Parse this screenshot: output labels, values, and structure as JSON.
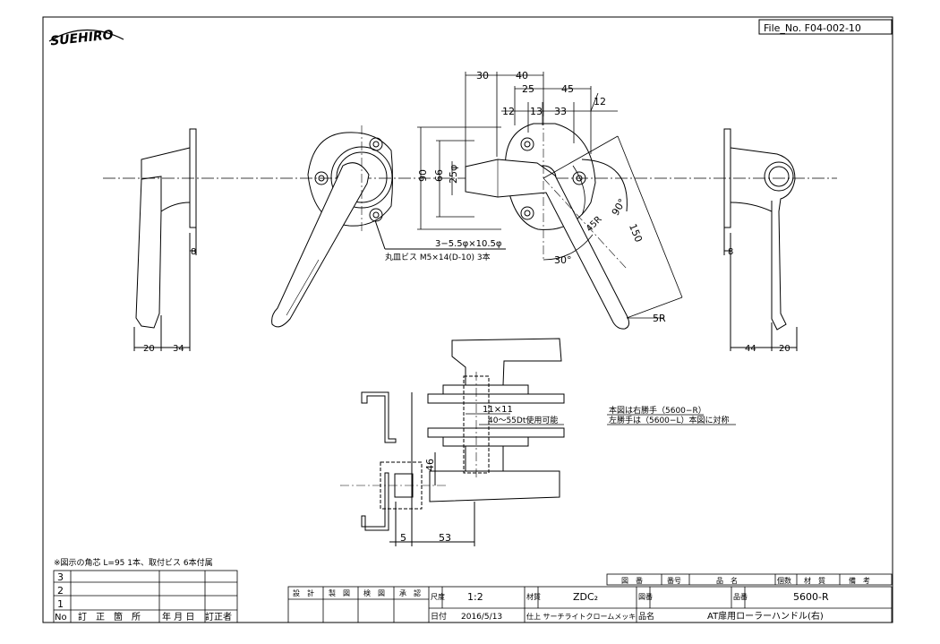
{
  "logo": "SUEHIRO",
  "file_no": "File_No.  F04-002-10",
  "dims": {
    "top_30": "30",
    "top_40": "40",
    "top_25": "25",
    "top_45": "45",
    "top_12a": "12",
    "top_13": "13",
    "top_33": "33",
    "top_12b": "12",
    "v_90": "90",
    "v_66": "66",
    "v_25phi": "25φ",
    "a_90deg": "90°",
    "d_150": "150",
    "d_45r": "45R",
    "a_30deg": "30°",
    "r_5r": "5R",
    "left_8": "8",
    "left_20": "20",
    "left_34": "34",
    "right_8": "8",
    "right_44": "44",
    "right_20": "20",
    "sec_46": "46",
    "sec_5": "5",
    "sec_53": "53"
  },
  "notes": {
    "holes": "3−5.5φ×10.5φ",
    "screw": "丸皿ビス M5×14(D-10) 3本",
    "square": "11×11",
    "door": "40〜55Dt使用可能",
    "right_hand": "本図は右勝手（5600−R）",
    "left_hand": "左勝手は（5600−L）本図に対称",
    "accessory": "※図示の角芯 L=95 1本、取付ビス 6本付属"
  },
  "revision": {
    "rows": [
      "3",
      "2",
      "1"
    ],
    "h_no": "No",
    "h_place": "訂　正　箇　所",
    "h_date": "年 月 日",
    "h_person": "訂正者"
  },
  "title_block": {
    "design": "設　計",
    "drawn": "製　図",
    "check": "検　図",
    "approve": "承　認",
    "scale_label": "尺度",
    "scale": "1:2",
    "material_label": "材質",
    "material": "ZDC₂",
    "drawing_no_label": "図番",
    "part_no_label": "品番",
    "part_no": "5600-R",
    "date_label": "日付",
    "date": "2016/5/13",
    "finish": "仕上 サーチライトクロームメッキ",
    "name_label": "品名",
    "name": "AT扉用ローラーハンドル(右)"
  },
  "parts_header": [
    "図　番",
    "番号",
    "品　名",
    "個数",
    "材　質",
    "備　考"
  ]
}
